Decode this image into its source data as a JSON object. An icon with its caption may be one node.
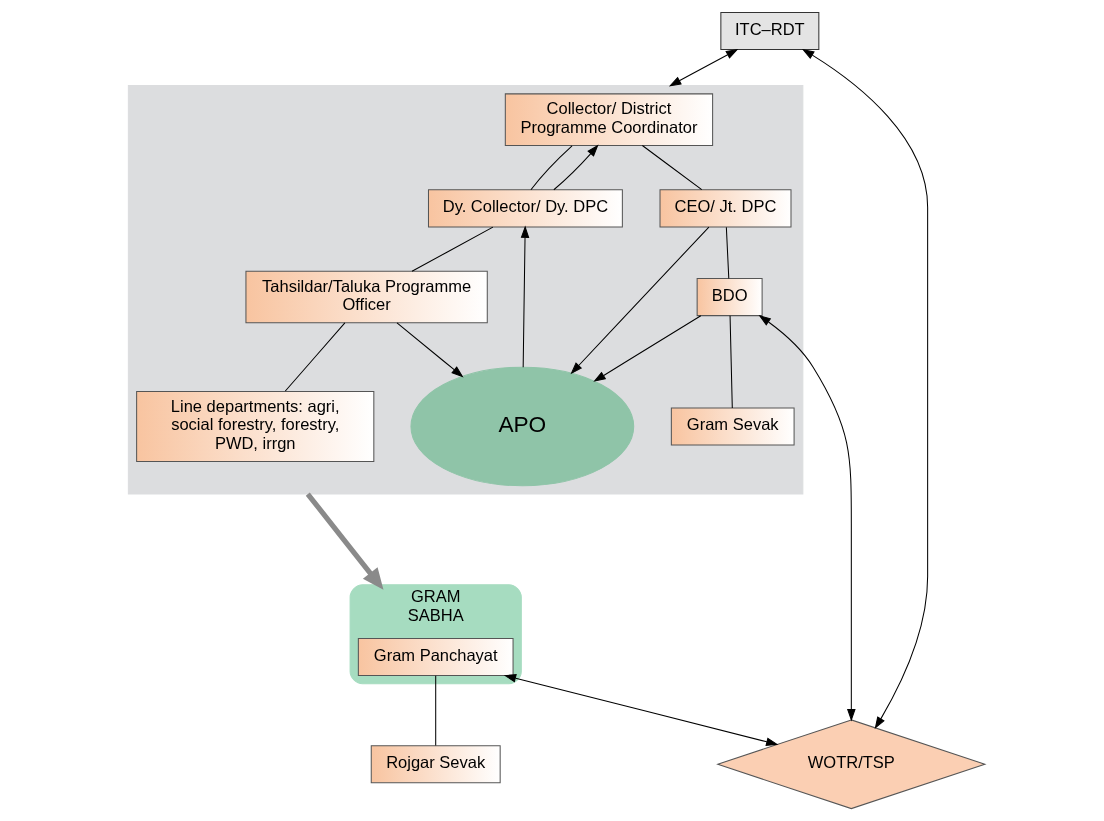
{
  "diagram": {
    "nodes": [
      {
        "text": [],
        "shape": "box"
      },
      {
        "text": [
          "Collector/ District Programme Coordinator"
        ],
        "in": 0
      },
      {
        "text": [
          "Dy. Collector/ Dy. DPC"
        ],
        "in": 0
      },
      {
        "text": [
          "APO"
        ],
        "in": 0
      },
      {
        "text": [
          "CEO/ Jt. DPC"
        ],
        "in": 0
      },
      {
        "text": [
          "Tahsildar/Taluka Programme Officer"
        ],
        "in": 0
      },
      {
        "text": [
          "BDO"
        ],
        "in": 0
      },
      {
        "text": [
          "Gram Sevak"
        ],
        "in": 0
      },
      {
        "text": [
          "Line departments: agri, social forestry, forestry, PWD, irrgn"
        ],
        "in": 0
      },
      {
        "text": [
          "ITC–RDT"
        ]
      },
      {
        "text": [
          "GRAM",
          "SABHA"
        ]
      },
      {
        "text": [
          "Gram Panchayat"
        ],
        "in": 10
      },
      {
        "text": [
          "Rojgar Sevak"
        ]
      },
      {
        "text": [
          "WOTR/TSP"
        ]
      }
    ],
    "edges": [
      {
        "from": 1,
        "to": 2,
        "arrow": "none"
      },
      {
        "from": 1,
        "to": 4,
        "arrow": "none"
      },
      {
        "from": 2,
        "to": 5,
        "arrow": "none"
      },
      {
        "from": 5,
        "to": 8,
        "arrow": "none"
      },
      {
        "from": 4,
        "to": 6,
        "arrow": "none"
      },
      {
        "from": 6,
        "to": 7,
        "arrow": "none"
      },
      {
        "from": 2,
        "to": 1,
        "arrow": "to"
      },
      {
        "from": 3,
        "to": 2,
        "arrow": "to"
      },
      {
        "from": 5,
        "to": 3,
        "arrow": "to"
      },
      {
        "from": 4,
        "to": 3,
        "arrow": "to"
      },
      {
        "from": 6,
        "to": 3,
        "arrow": "to"
      },
      {
        "from": 9,
        "to": 0,
        "arrow": "both"
      },
      {
        "from": 6,
        "to": 13,
        "arrow": "both"
      },
      {
        "from": 9,
        "to": 13,
        "arrow": "both"
      },
      {
        "from": 11,
        "to": 13,
        "arrow": "both"
      },
      {
        "from": 0,
        "to": 10,
        "arrow": "to",
        "style": "thick",
        "color": "#8a8a8a"
      },
      {
        "from": 11,
        "to": 12,
        "arrow": "none"
      }
    ]
  }
}
